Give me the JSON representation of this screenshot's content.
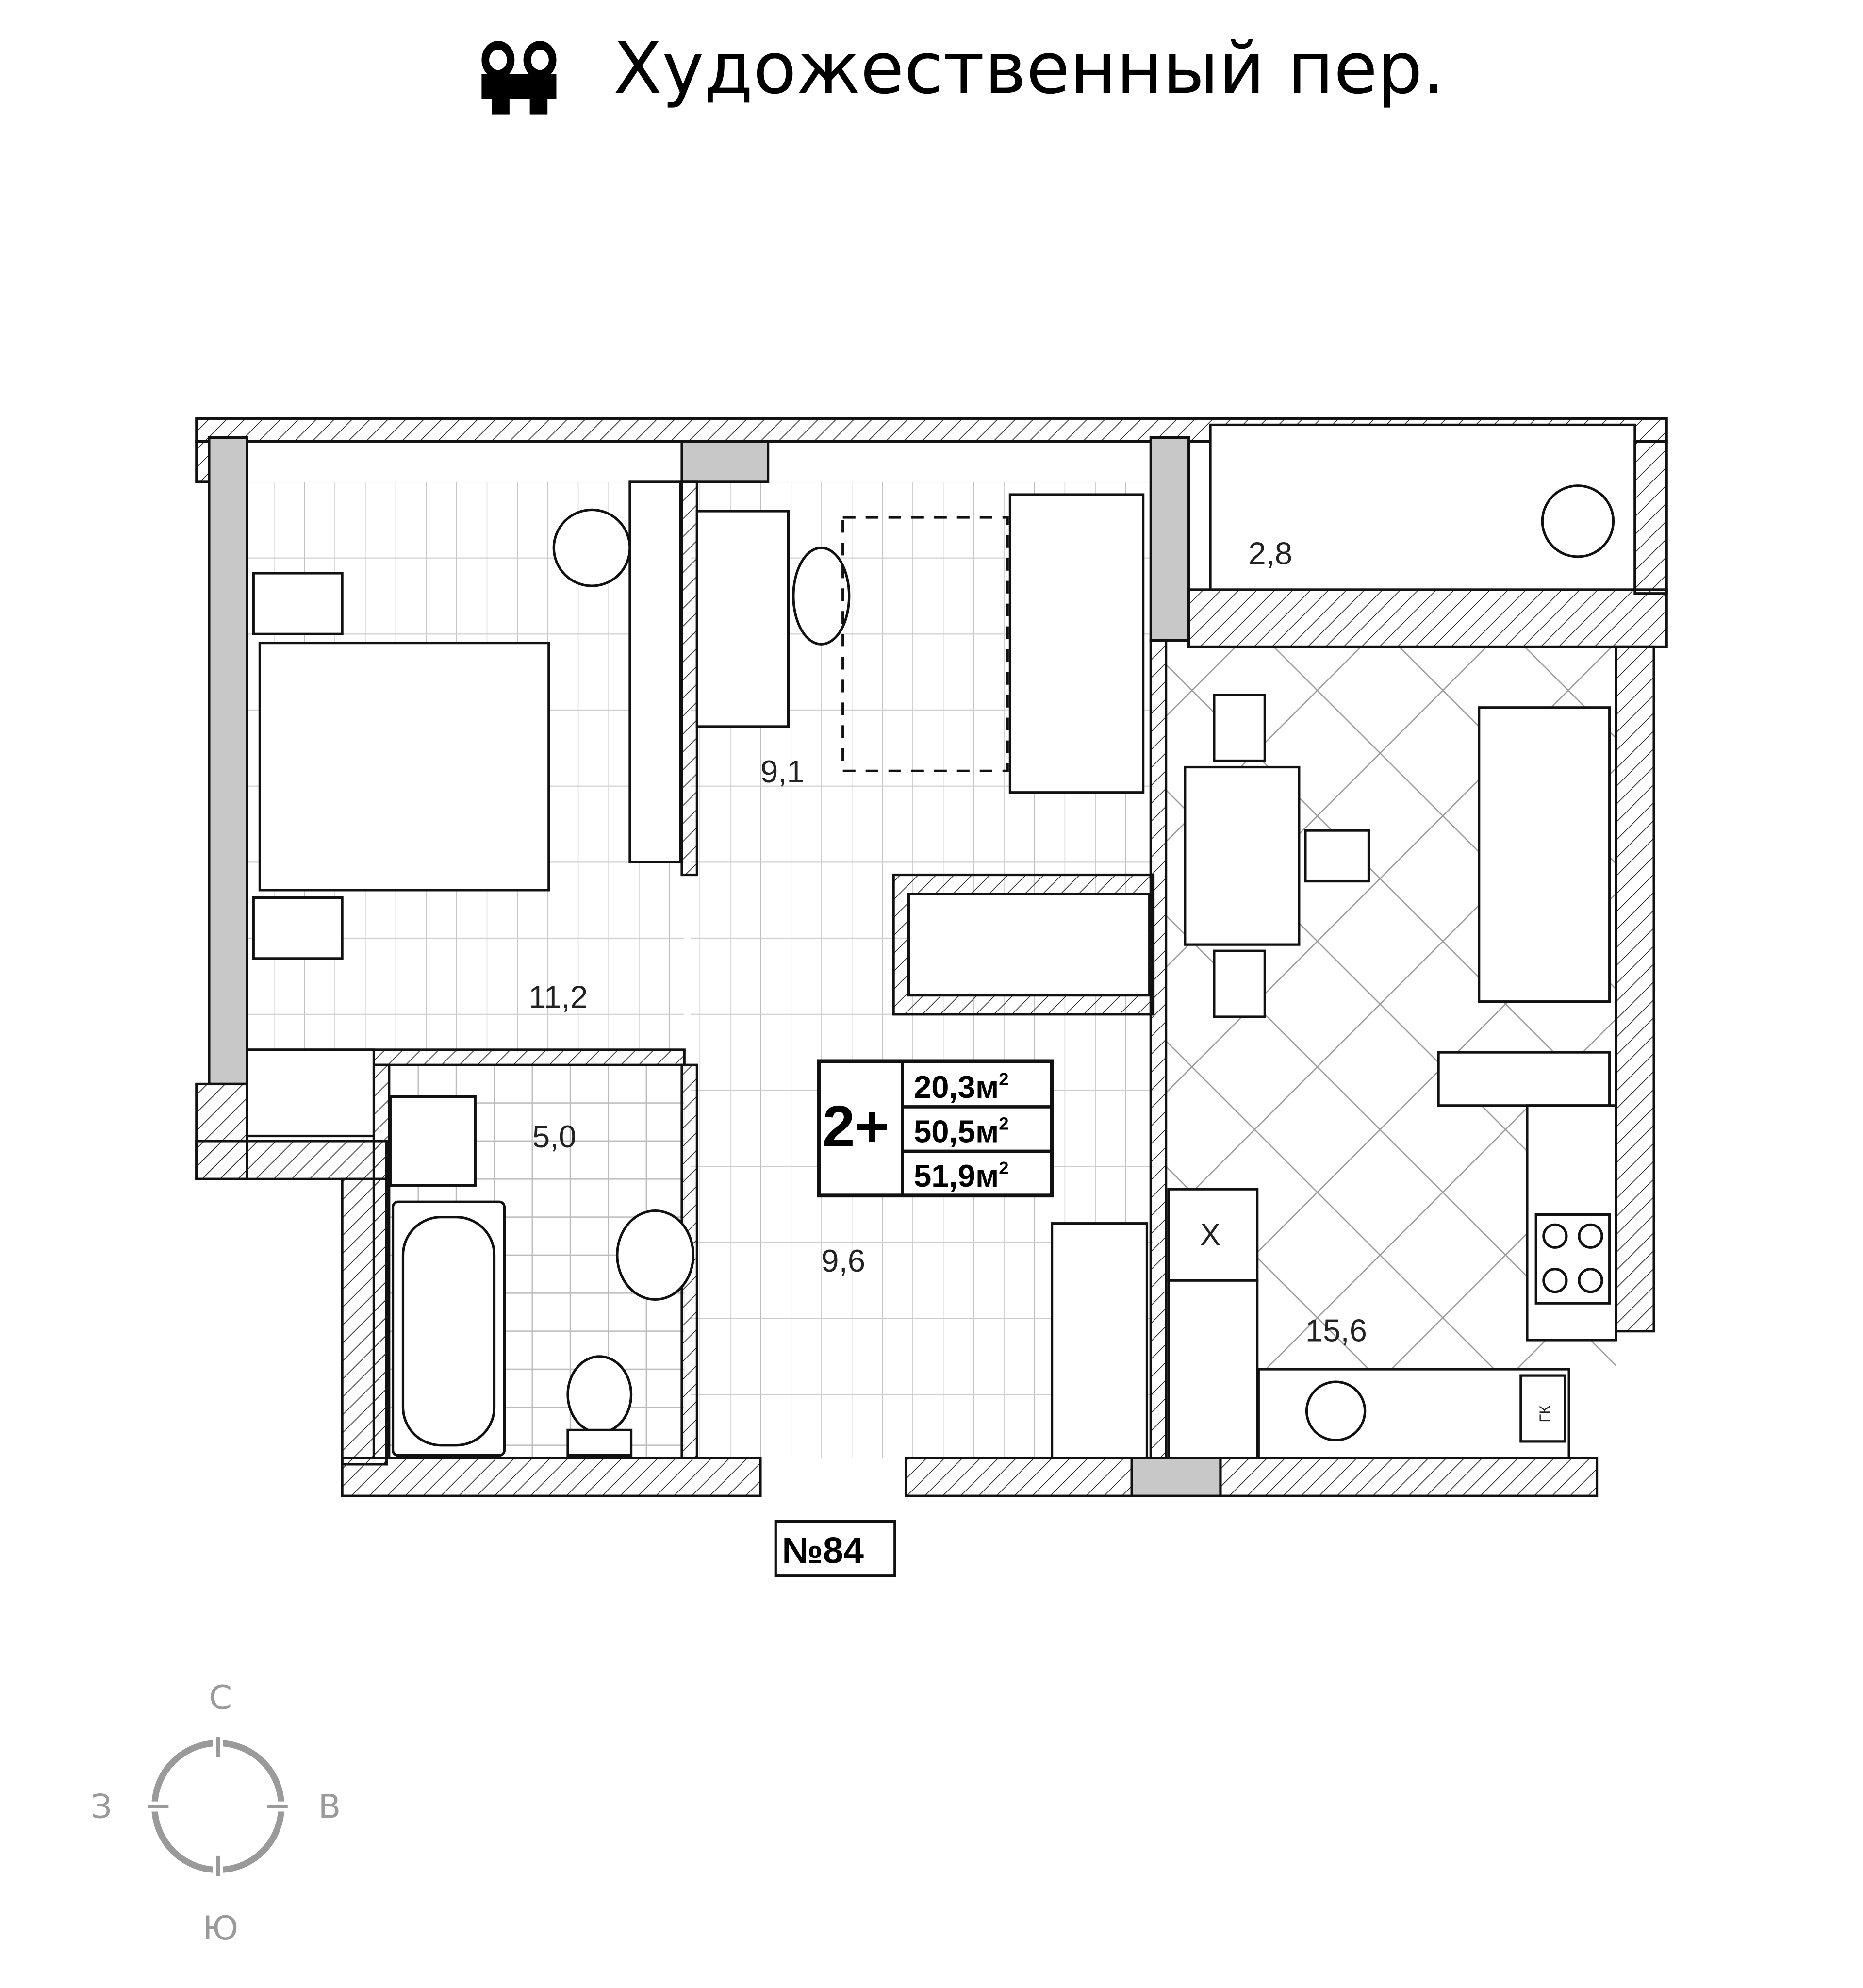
{
  "header": {
    "title": "Художественный пер.",
    "icon": "binoculars-icon"
  },
  "rooms": {
    "bedroom": "11,2",
    "room2": "9,1",
    "balcony": "2,8",
    "kitchen_living": "15,6",
    "hall": "9,6",
    "bathroom": "5,0"
  },
  "summary": {
    "rooms": "2+",
    "living_area": "20,3м",
    "total_area": "50,5м",
    "total_with_balcony": "51,9м",
    "sup": "2"
  },
  "fixtures": {
    "stove_mark": "X",
    "gk": "ГК"
  },
  "apartment_number": "№84",
  "compass": {
    "north": "С",
    "west": "З",
    "east": "В",
    "south": "Ю"
  },
  "colors": {
    "line": "#111111",
    "wall_fill": "#c8c8c8",
    "compass": "#9a9a9a",
    "floor_lines": "#b0b0b0"
  }
}
